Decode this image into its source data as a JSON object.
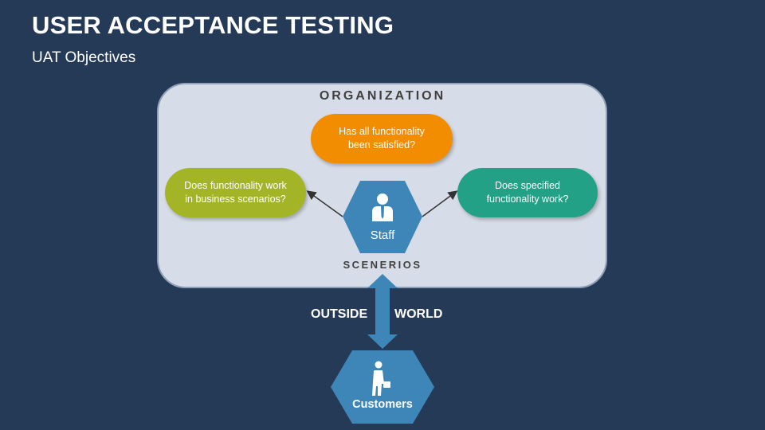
{
  "header": {
    "title": "USER ACCEPTANCE TESTING",
    "subtitle": "UAT Objectives"
  },
  "organization": {
    "label": "ORGANIZATION",
    "bottom_label": "SCENERIOS"
  },
  "objectives": {
    "top": "Has all functionality\nbeen satisfied?",
    "left": "Does functionality work\nin business scenarios?",
    "right": "Does specified\nfunctionality work?"
  },
  "staff": {
    "label": "Staff",
    "icon": "staff-person-icon"
  },
  "outside_world": {
    "left": "OUTSIDE",
    "right": "WORLD"
  },
  "customers": {
    "label": "Customers",
    "icon": "customer-person-icon"
  },
  "colors": {
    "background": "#253a56",
    "org_box": "#d7dde8",
    "orange": "#f28c00",
    "green": "#a3b527",
    "teal": "#23a186",
    "hexagon": "#3e85b8",
    "arrow": "#3e85b8"
  }
}
